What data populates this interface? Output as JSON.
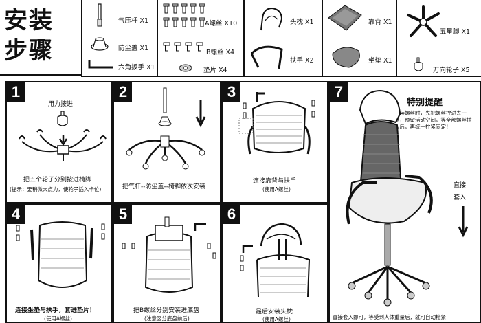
{
  "header": {
    "title_line1": "安装",
    "title_line2": "步骤"
  },
  "parts": {
    "gas_lift": "气压杆 X1",
    "dust_cap": "防尘盖 X1",
    "hex_wrench": "六角扳手 X1",
    "screw_a": "A螺丝 X10",
    "screw_b": "B螺丝 X4",
    "washer": "垫片 X4",
    "headrest": "头枕 X1",
    "armrest": "扶手 X2",
    "backrest": "靠背 X1",
    "seat": "坐垫 X1",
    "star_base": "五星脚 X1",
    "caster": "万向轮子 X5"
  },
  "steps": [
    {
      "number": "1",
      "top_label": "用力按进",
      "caption": "把五个轮子分别按进椅脚",
      "note": "(提示：要稍微大点力，使轮子插入卡位)"
    },
    {
      "number": "2",
      "caption": "把气杆--防尘盖--椅脚依次安装"
    },
    {
      "number": "3",
      "caption": "连接靠背与扶手",
      "note": "(使用A螺丝)"
    },
    {
      "number": "4",
      "caption": "连接坐垫与扶手，套进垫片！",
      "note": "(使用A螺丝)"
    },
    {
      "number": "5",
      "caption": "把B螺丝分别安装进底盘",
      "note": "(注意区分底盘前后)"
    },
    {
      "number": "6",
      "caption": "最后安装头枕",
      "note": "(使用A螺丝)"
    },
    {
      "number": "7",
      "alert_title": "特别提醒",
      "alert_text": "安装螺丝时，先把螺丝拧进去一点，预留活动空间，等全部螺丝插入后，再统一拧紧固定！",
      "side_label_1": "直接",
      "side_label_2": "套入",
      "caption": "直接套入即可，等受到人体重量后，就可自动栓紧"
    }
  ]
}
